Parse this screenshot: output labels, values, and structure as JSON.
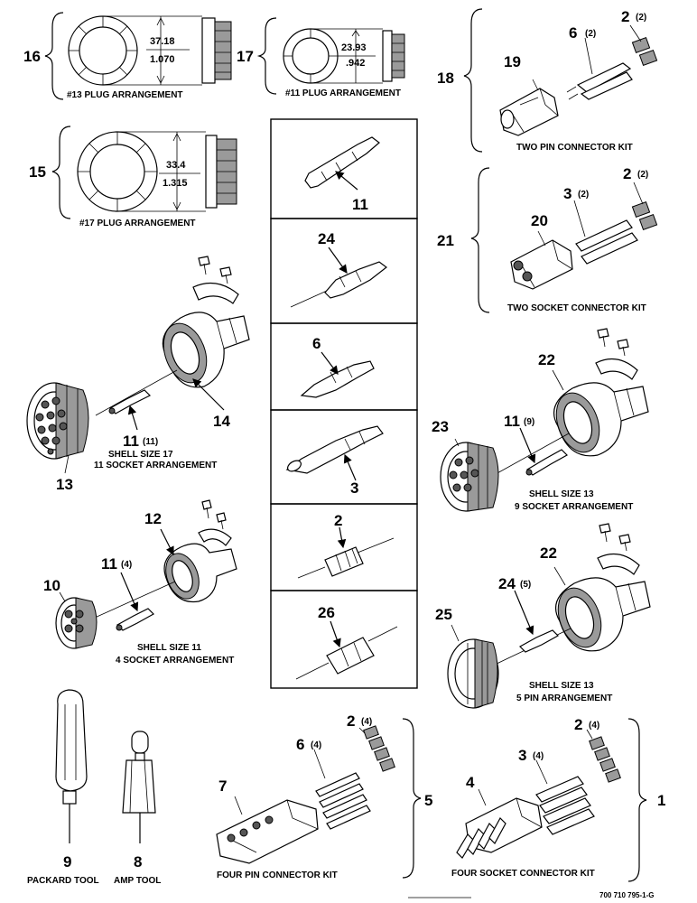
{
  "item_numbers": {
    "n1": "1",
    "n2a": "2",
    "n2b": "2",
    "n2c": "2",
    "n2d": "2",
    "n2e": "2",
    "n3a": "3",
    "n3b": "3",
    "n3c": "3",
    "n4": "4",
    "n5": "5",
    "n6a": "6",
    "n6b": "6",
    "n6c": "6",
    "n7": "7",
    "n8": "8",
    "n9": "9",
    "n10": "10",
    "n11a": "11",
    "n11b": "11",
    "n11c": "11",
    "n11d": "11",
    "n12": "12",
    "n13": "13",
    "n14": "14",
    "n15": "15",
    "n16": "16",
    "n17": "17",
    "n18": "18",
    "n19": "19",
    "n20": "20",
    "n21": "21",
    "n22a": "22",
    "n22b": "22",
    "n23": "23",
    "n24a": "24",
    "n24b": "24",
    "n25": "25",
    "n26": "26"
  },
  "quantities": {
    "q2a": "(2)",
    "q2b": "(2)",
    "q2c": "(4)",
    "q2d": "(4)",
    "q6a": "(2)",
    "q6b": "(4)",
    "q3a": "(2)",
    "q3b": "(4)",
    "q11a": "(11)",
    "q11b": "(9)",
    "q11c": "(4)",
    "q24": "(5)"
  },
  "dimensions": {
    "d16_top": "37.18",
    "d16_bot": "1.070",
    "d17_top": "23.93",
    "d17_bot": ".942",
    "d15_top": "33.4",
    "d15_bot": "1.315"
  },
  "captions": {
    "c16": "#13 PLUG ARRANGEMENT",
    "c17": "#11 PLUG ARRANGEMENT",
    "c15": "#17 PLUG ARRANGEMENT",
    "c18": "TWO PIN CONNECTOR KIT",
    "c21": "TWO SOCKET CONNECTOR KIT",
    "shell17_a": "SHELL SIZE 17",
    "shell17_b": "11 SOCKET ARRANGEMENT",
    "shell13a_a": "SHELL SIZE 13",
    "shell13a_b": "9 SOCKET ARRANGEMENT",
    "shell11_a": "SHELL SIZE 11",
    "shell11_b": "4 SOCKET ARRANGEMENT",
    "shell13b_a": "SHELL SIZE 13",
    "shell13b_b": "5 PIN ARRANGEMENT",
    "packard": "PACKARD TOOL",
    "amp": "AMP TOOL",
    "four_pin": "FOUR PIN CONNECTOR KIT",
    "four_socket": "FOUR SOCKET CONNECTOR KIT"
  },
  "reference": "700 710 795-1-G"
}
